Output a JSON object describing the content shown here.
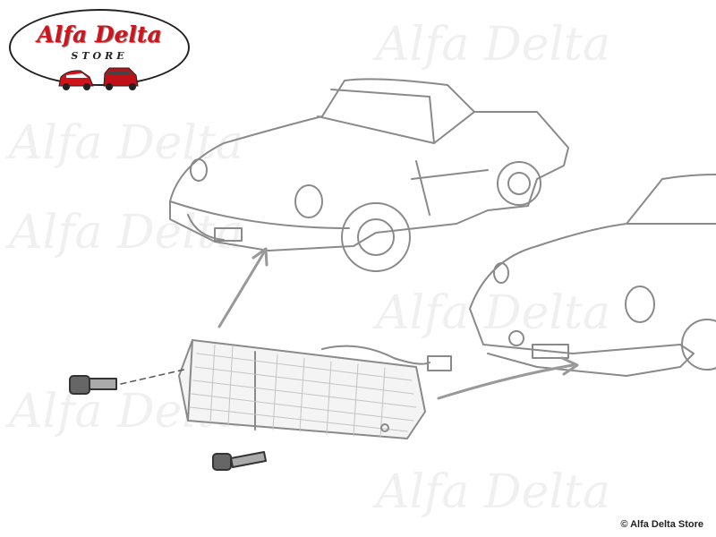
{
  "logo": {
    "title": "Alfa Delta",
    "subtitle": "STORE"
  },
  "watermark": "Alfa Delta",
  "copyright": "© Alfa Delta Store",
  "colors": {
    "brand_red": "#d0141c",
    "line": "#888888",
    "watermark": "#f0f0f0"
  }
}
